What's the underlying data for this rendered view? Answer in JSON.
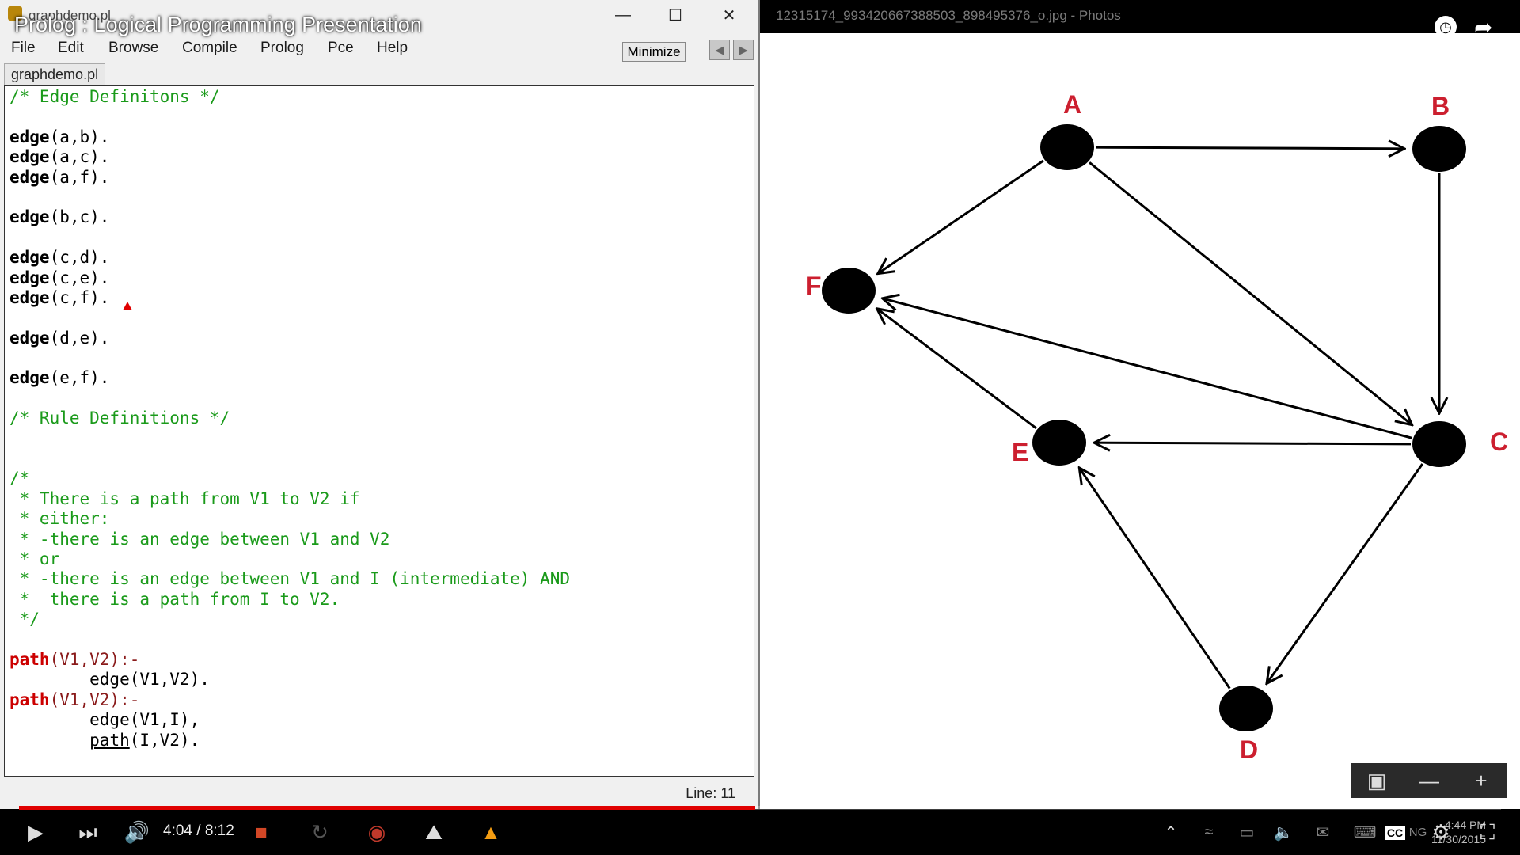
{
  "editor": {
    "window_title": "graphdemo.pl",
    "menu": [
      "File",
      "Edit",
      "Browse",
      "Compile",
      "Prolog",
      "Pce",
      "Help"
    ],
    "minimize_label": "Minimize",
    "tab_label": "graphdemo.pl",
    "status": "Line: 11",
    "code": [
      {
        "k": "c",
        "t": "/* Edge Definitons */"
      },
      {
        "k": "b"
      },
      {
        "k": "e",
        "f": "edge",
        "a": "(a,b)."
      },
      {
        "k": "e",
        "f": "edge",
        "a": "(a,c)."
      },
      {
        "k": "e",
        "f": "edge",
        "a": "(a,f)."
      },
      {
        "k": "b"
      },
      {
        "k": "e",
        "f": "edge",
        "a": "(b,c)."
      },
      {
        "k": "b"
      },
      {
        "k": "e",
        "f": "edge",
        "a": "(c,d)."
      },
      {
        "k": "e",
        "f": "edge",
        "a": "(c,e)."
      },
      {
        "k": "e",
        "f": "edge",
        "a": "(c,f)."
      },
      {
        "k": "b"
      },
      {
        "k": "e",
        "f": "edge",
        "a": "(d,e)."
      },
      {
        "k": "b"
      },
      {
        "k": "e",
        "f": "edge",
        "a": "(e,f)."
      },
      {
        "k": "b"
      },
      {
        "k": "c",
        "t": "/* Rule Definitions */"
      },
      {
        "k": "b"
      },
      {
        "k": "b"
      },
      {
        "k": "c",
        "t": "/*"
      },
      {
        "k": "c",
        "t": " * There is a path from V1 to V2 if"
      },
      {
        "k": "c",
        "t": " * either:"
      },
      {
        "k": "c",
        "t": " * -there is an edge between V1 and V2"
      },
      {
        "k": "c",
        "t": " * or"
      },
      {
        "k": "c",
        "t": " * -there is an edge between V1 and I (intermediate) AND"
      },
      {
        "k": "c",
        "t": " *  there is a path from I to V2."
      },
      {
        "k": "c",
        "t": " */"
      },
      {
        "k": "b"
      },
      {
        "k": "r",
        "f": "path",
        "a": "(V1,V2):-"
      },
      {
        "k": "p",
        "t": "        edge(V1,V2)."
      },
      {
        "k": "r",
        "f": "path",
        "a": "(V1,V2):-"
      },
      {
        "k": "p",
        "t": "        edge(V1,I),"
      },
      {
        "k": "u",
        "t": "        ",
        "f": "path",
        "a": "(I,V2)."
      }
    ]
  },
  "video": {
    "title": "Prolog : Logical Programming Presentation",
    "current_time": "4:04",
    "duration": "8:12",
    "time_display": "4:04 / 8:12",
    "progress": 0.497
  },
  "photos": {
    "window_title": "12315174_993420667388503_898495376_o.jpg - Photos",
    "graph": {
      "nodes": [
        {
          "id": "A",
          "label": "A"
        },
        {
          "id": "B",
          "label": "B"
        },
        {
          "id": "C",
          "label": "C"
        },
        {
          "id": "D",
          "label": "D"
        },
        {
          "id": "E",
          "label": "E"
        },
        {
          "id": "F",
          "label": "F"
        }
      ],
      "edges": [
        {
          "from": "A",
          "to": "B"
        },
        {
          "from": "A",
          "to": "C"
        },
        {
          "from": "A",
          "to": "F"
        },
        {
          "from": "B",
          "to": "C"
        },
        {
          "from": "C",
          "to": "D"
        },
        {
          "from": "C",
          "to": "E"
        },
        {
          "from": "C",
          "to": "F"
        },
        {
          "from": "D",
          "to": "E"
        },
        {
          "from": "E",
          "to": "F"
        }
      ]
    }
  },
  "taskbar": {
    "clock_time": "4:44 PM",
    "clock_date": "11/30/2015",
    "lang": "NG"
  },
  "colors": {
    "comment": "#1a9a1a",
    "rule_keyword": "#cc0000",
    "label_red": "#cc1f2f",
    "progress_red": "#e00000"
  }
}
